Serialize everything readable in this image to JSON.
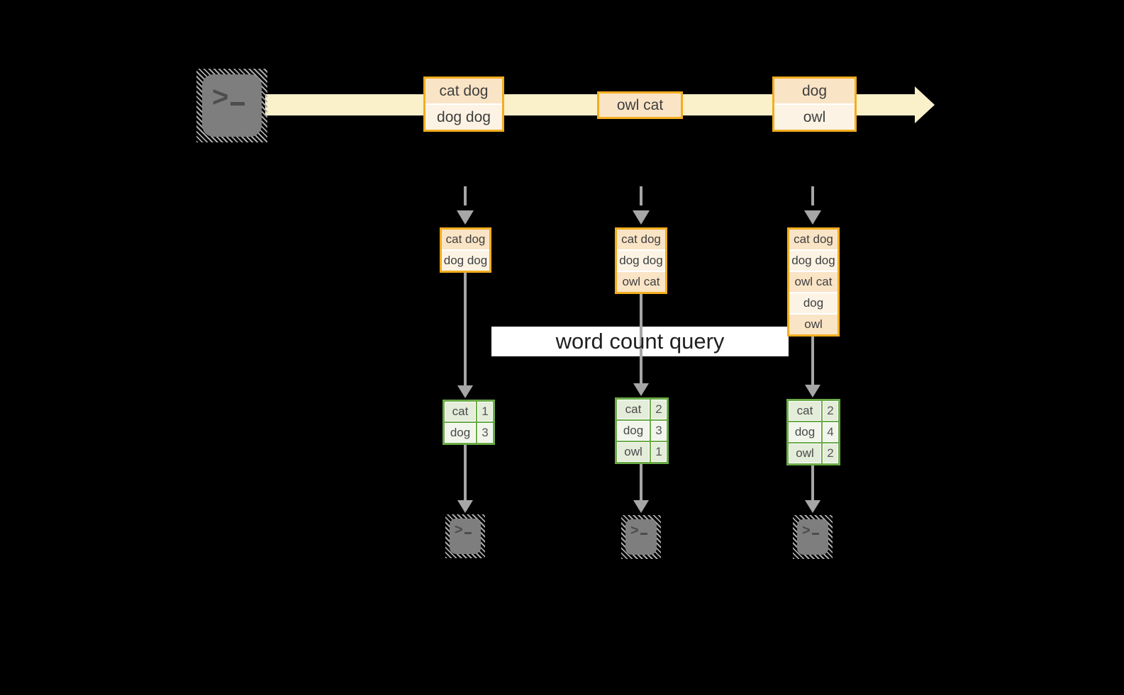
{
  "query": {
    "label": "word count query"
  },
  "stream": {
    "source": {
      "icon": "terminal-prompt-icon"
    },
    "events": [
      {
        "rows": [
          "cat dog",
          "dog dog"
        ]
      },
      {
        "rows": [
          "owl cat"
        ]
      },
      {
        "rows": [
          "dog",
          "owl"
        ]
      }
    ]
  },
  "columns": [
    {
      "input_stack": [
        "cat dog",
        "dog dog"
      ],
      "word_counts": [
        {
          "word": "cat",
          "count": "1"
        },
        {
          "word": "dog",
          "count": "3"
        }
      ],
      "output": {
        "icon": "terminal-prompt-icon"
      }
    },
    {
      "input_stack": [
        "cat dog",
        "dog dog",
        "owl cat"
      ],
      "word_counts": [
        {
          "word": "cat",
          "count": "2"
        },
        {
          "word": "dog",
          "count": "3"
        },
        {
          "word": "owl",
          "count": "1"
        }
      ],
      "output": {
        "icon": "terminal-prompt-icon"
      }
    },
    {
      "input_stack": [
        "cat dog",
        "dog dog",
        "owl cat",
        "dog",
        "owl"
      ],
      "word_counts": [
        {
          "word": "cat",
          "count": "2"
        },
        {
          "word": "dog",
          "count": "4"
        },
        {
          "word": "owl",
          "count": "2"
        }
      ],
      "output": {
        "icon": "terminal-prompt-icon"
      }
    }
  ],
  "icons": {
    "terminal_prompt_glyph": ">"
  },
  "colors": {
    "background": "#000000",
    "accent_gold": "#F2AD1F",
    "peach_dark": "#FAE4C6",
    "peach_light": "#FCF3E4",
    "stream_cream": "#FAF0CA",
    "green_border": "#6BAB47",
    "green_row_dark": "#E4ECDA",
    "green_row_light": "#F1F5EB",
    "arrow_gray": "#A6A6A6",
    "terminal_gray": "#7E7E7E"
  }
}
